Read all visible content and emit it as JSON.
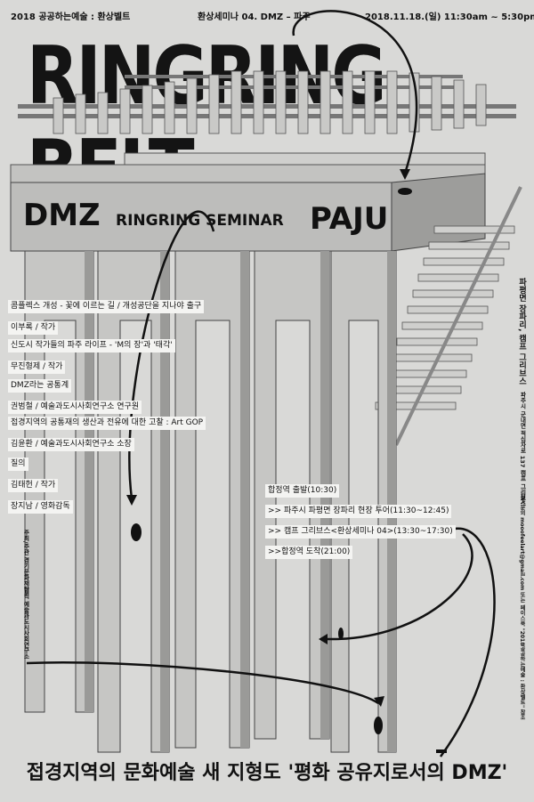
{
  "header": {
    "left": "2018 공공하는예술 : 환상벨트",
    "center": "환상세미나 04. DMZ – 파주",
    "right": "2018.11.18.(일) 11:30am ~ 5:30pm"
  },
  "title": "RINGRING BELT",
  "beam": {
    "left": "DMZ",
    "center": "RINGRING SEMINAR",
    "right": "PAJU"
  },
  "program": [
    {
      "line1": "콤플렉스 개성 - 꽃에 이르는 길 / 개성공단을 지나야 출구",
      "line2": "이부록 / 작가"
    },
    {
      "line1": "신도시 작가들의 파주 라이프 - 'M의 장'과 '태각'",
      "line2": "무진형제 / 작가"
    },
    {
      "line1": "DMZ라는 공통계",
      "line2": "권범철 / 예술과도시사회연구소 연구원"
    },
    {
      "line1": "접경지역의 공통재의 생산과 전유에 대한 고찰 : Art GOP",
      "line2": "김윤환 / 예술과도시사회연구소 소장"
    },
    {
      "line1": "질의",
      "line2": "김태헌 / 작가",
      "line3": "장지남 / 영화감독"
    }
  ],
  "schedule": [
    "합정역 출발(10:30)",
    ">> 파주시 파평면 장파리 현장 투어(11:30~12:45)",
    ">> 캠프 그리브스<환상세미나 04>(13:30~17:30)",
    ">>합정역 도착(21:00)"
  ],
  "vertical": {
    "venue": "파평면 장파리, 캠프 그리브스",
    "address": "파주시 군내면 적십자로 137 캠프 그리브스",
    "contact": "참가문의 mooofeelart@gmail.com 또는 페이스북 \"2018공공하는예술 : 환상벨트\" 참조",
    "host": "주최/주관  경기문화재단",
    "org": "협력  예술과도시사회연구소"
  },
  "bottom_title": "접경지역의 문화예술 새 지형도 '평화 공유지로서의 DMZ'",
  "colors": {
    "paper": "#d9d9d7",
    "ink": "#111111",
    "structure": "#bdbdbb",
    "shadow": "#8a8a88"
  }
}
